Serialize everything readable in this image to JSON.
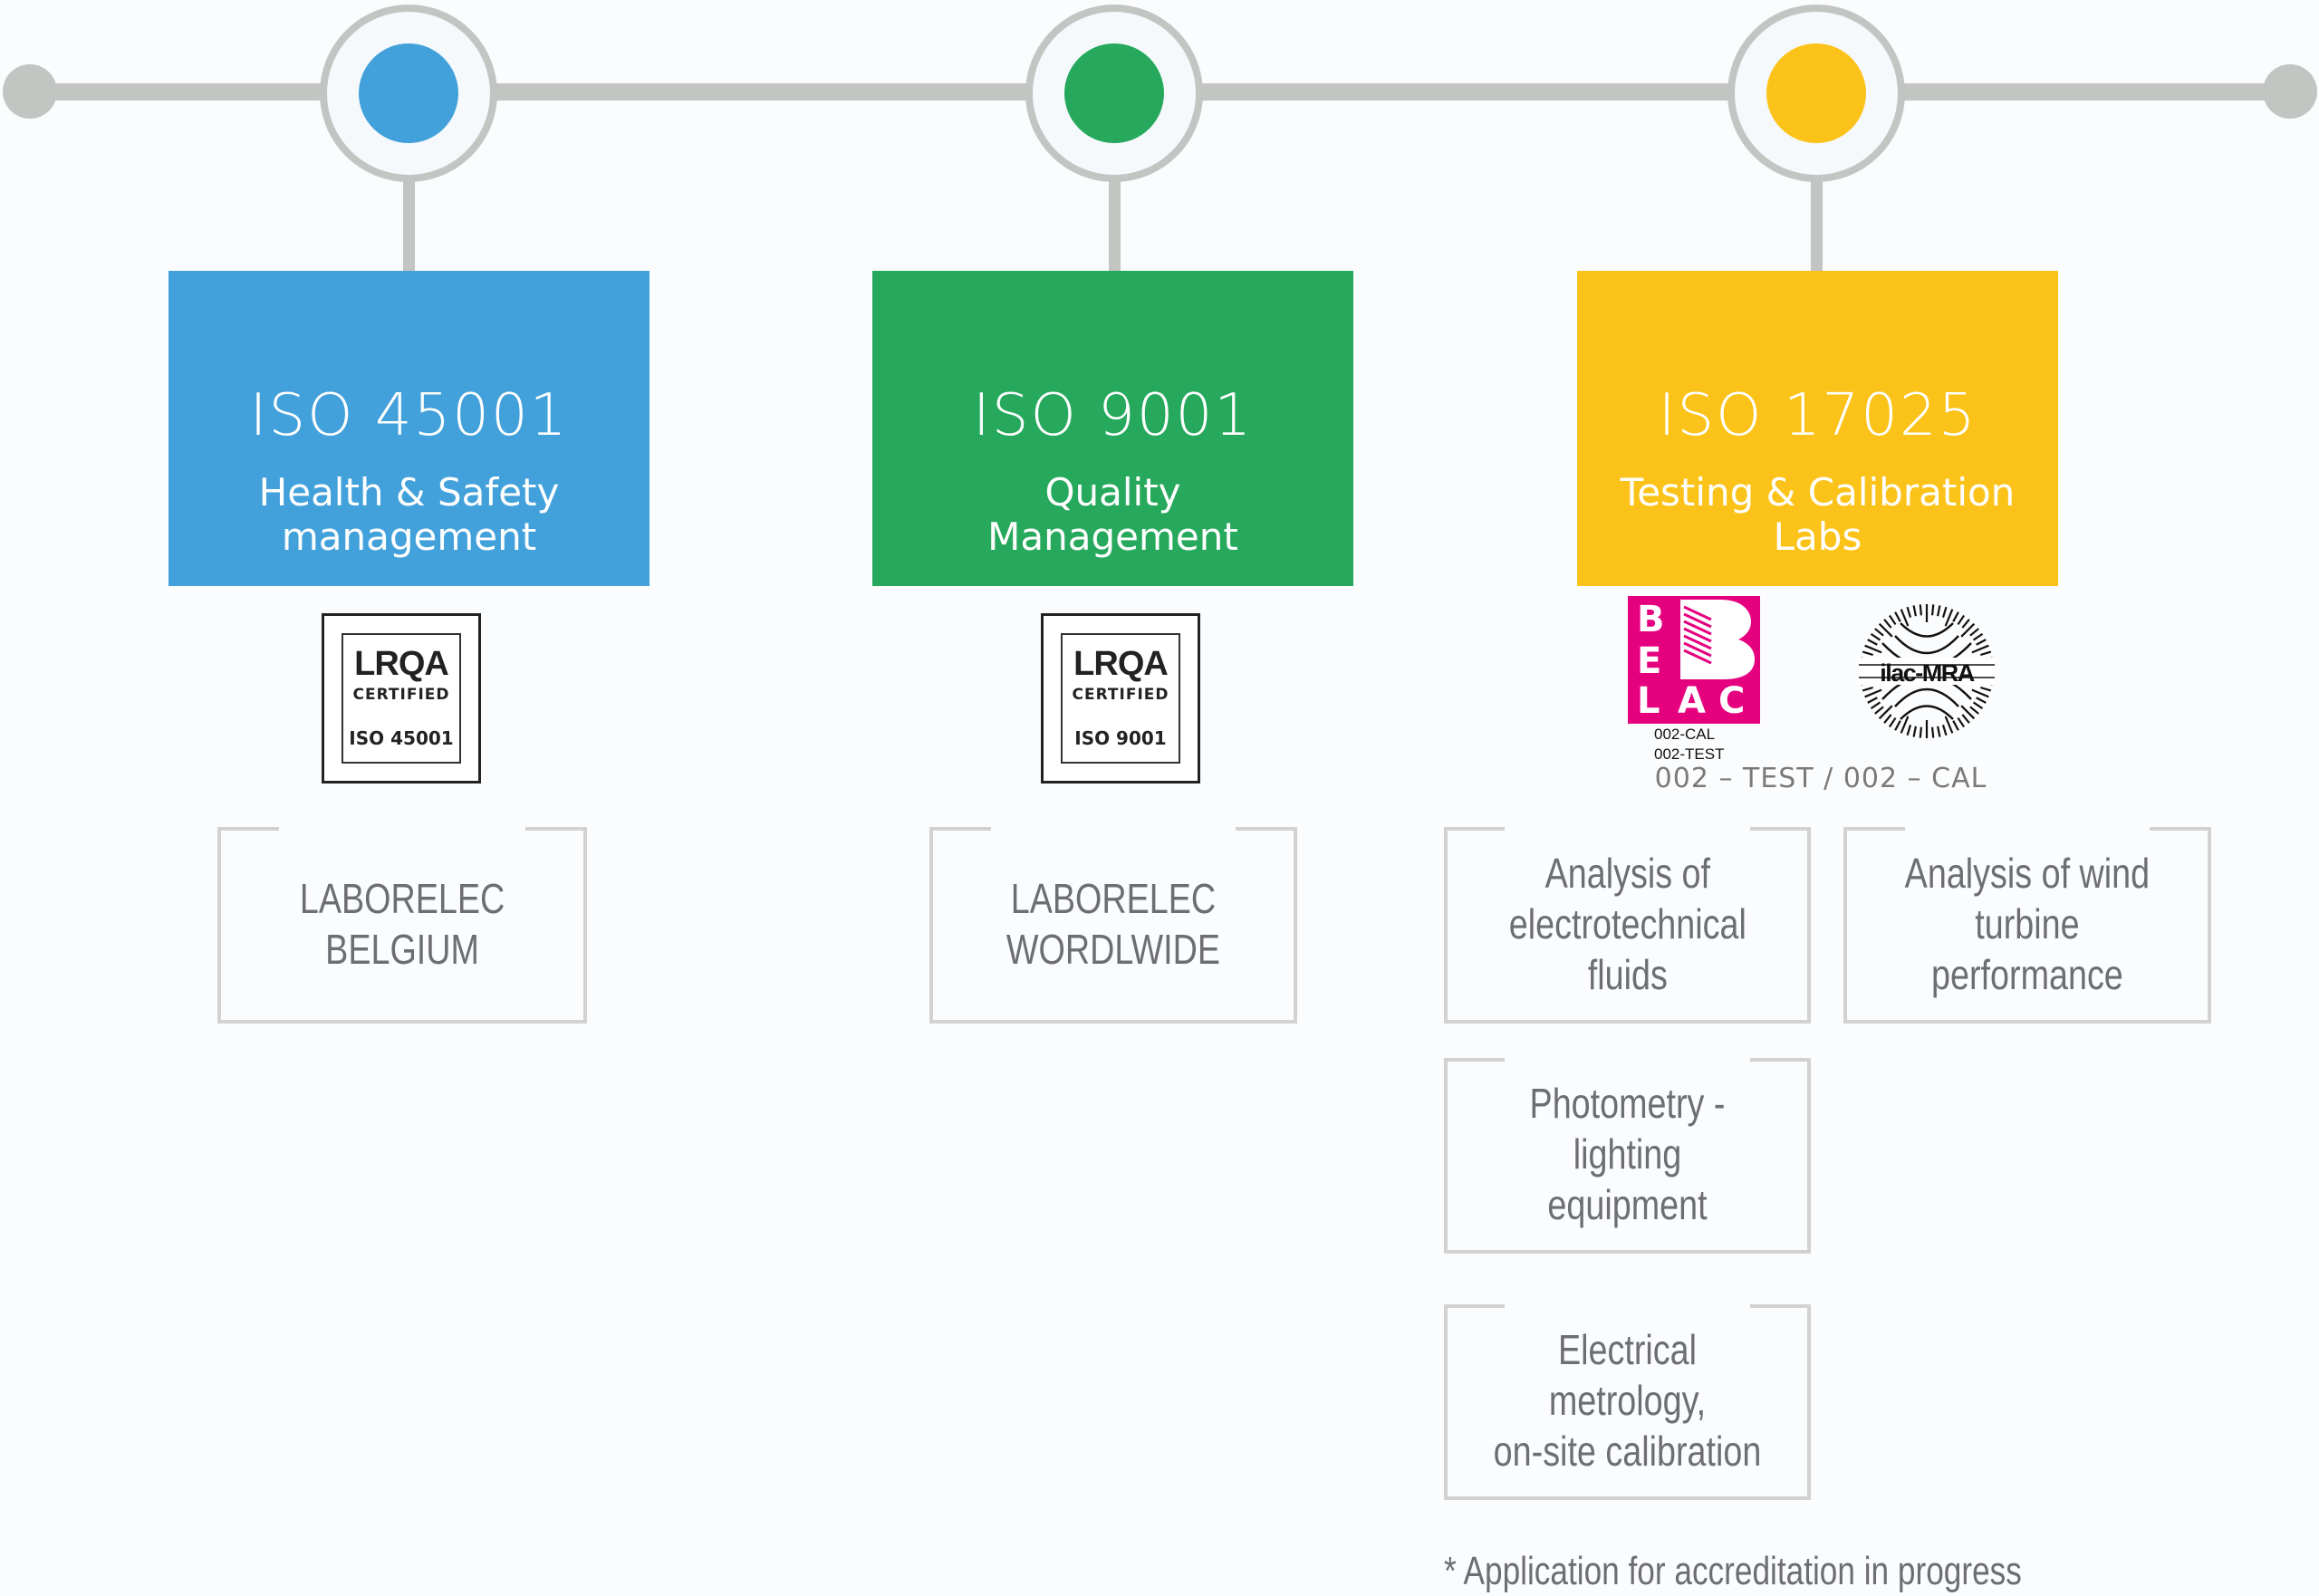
{
  "timeline": {
    "nodes": [
      {
        "id": "iso-45001",
        "color": "#42a1db"
      },
      {
        "id": "iso-9001",
        "color": "#26a95c"
      },
      {
        "id": "iso-17025",
        "color": "#fbc31a"
      }
    ]
  },
  "certifications": [
    {
      "title": "ISO 45001",
      "subtitle": "Health & Safety\nmanagement",
      "color": "#42a1db",
      "logo": {
        "brand": "LRQA",
        "certified": "CERTIFIED",
        "standard": "ISO 45001"
      },
      "scopes": [
        "LABORELEC\nBELGIUM"
      ]
    },
    {
      "title": "ISO 9001",
      "subtitle": "Quality\nManagement",
      "color": "#26a95c",
      "logo": {
        "brand": "LRQA",
        "certified": "CERTIFIED",
        "standard": "ISO 9001"
      },
      "scopes": [
        "LABORELEC\nWORDLWIDE"
      ]
    },
    {
      "title": "ISO 17025",
      "subtitle": "Testing & Calibration\nLabs",
      "color": "#fbc31a",
      "logos": {
        "belac": {
          "letters": [
            "B",
            "E",
            "L",
            "A",
            "C"
          ],
          "codes": [
            "002-CAL",
            "002-TEST"
          ],
          "color": "#e5007e"
        },
        "ilac": {
          "label": "ilac-MRA"
        }
      },
      "accreditation_code": "002 – TEST / 002 – CAL",
      "scopes": [
        "Analysis of\nelectrotechnical\nfluids",
        "Analysis of wind\nturbine\nperformance",
        "Photometry - lighting\nequipment",
        "Electrical metrology,\non-site calibration"
      ]
    }
  ],
  "footnote": "* Application for accreditation in progress"
}
